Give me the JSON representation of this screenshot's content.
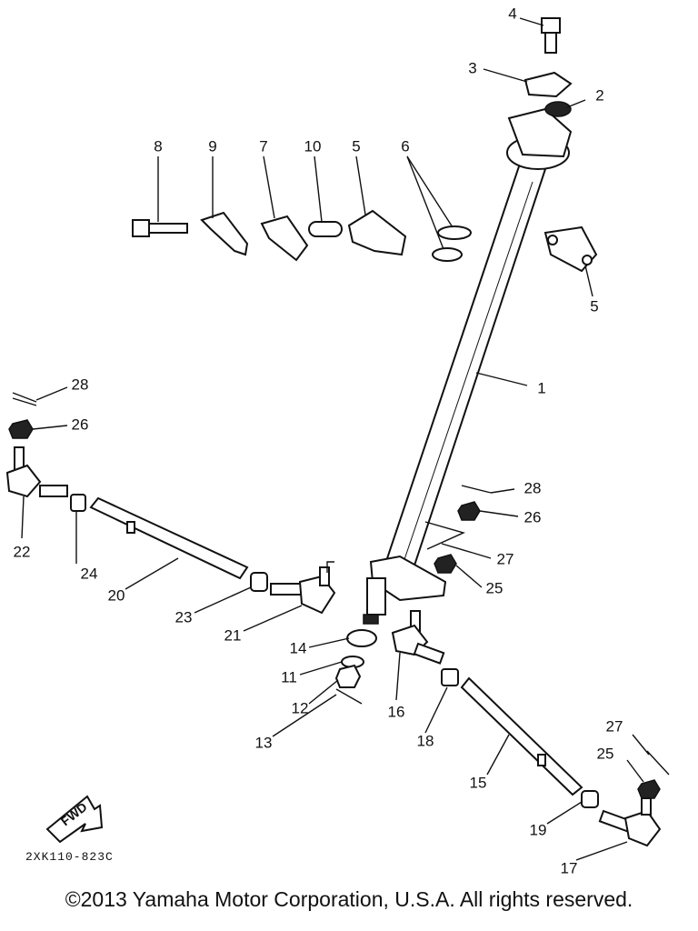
{
  "callouts": [
    {
      "number": "1"
    },
    {
      "number": "2"
    },
    {
      "number": "3"
    },
    {
      "number": "4"
    },
    {
      "number": "5"
    },
    {
      "number": "5"
    },
    {
      "number": "6"
    },
    {
      "number": "7"
    },
    {
      "number": "8"
    },
    {
      "number": "9"
    },
    {
      "number": "10"
    },
    {
      "number": "11"
    },
    {
      "number": "12"
    },
    {
      "number": "13"
    },
    {
      "number": "14"
    },
    {
      "number": "15"
    },
    {
      "number": "16"
    },
    {
      "number": "17"
    },
    {
      "number": "18"
    },
    {
      "number": "19"
    },
    {
      "number": "20"
    },
    {
      "number": "21"
    },
    {
      "number": "22"
    },
    {
      "number": "23"
    },
    {
      "number": "24"
    },
    {
      "number": "25"
    },
    {
      "number": "25"
    },
    {
      "number": "26"
    },
    {
      "number": "26"
    },
    {
      "number": "27"
    },
    {
      "number": "27"
    },
    {
      "number": "28"
    },
    {
      "number": "28"
    }
  ],
  "fwd_label": "FWD",
  "drawing_code": "2XK110-823C",
  "copyright": "©2013 Yamaha Motor Corporation, U.S.A. All rights reserved."
}
